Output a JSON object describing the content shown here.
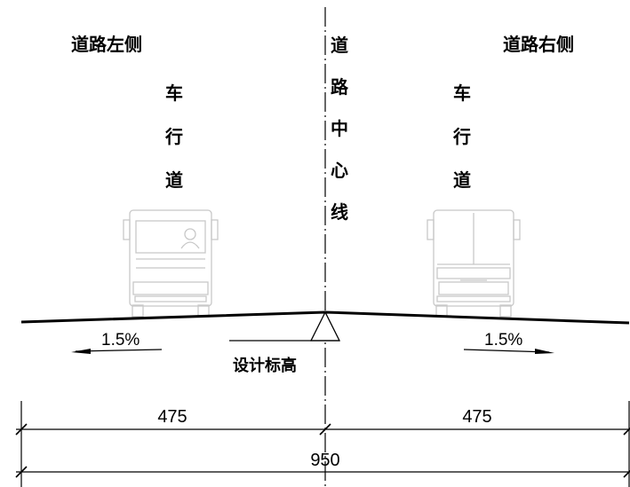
{
  "labels": {
    "left_side": "道路左侧",
    "right_side": "道路右侧",
    "left_lane": [
      "车",
      "行",
      "道"
    ],
    "right_lane": [
      "车",
      "行",
      "道"
    ],
    "centerline": [
      "道",
      "路",
      "中",
      "心",
      "线"
    ],
    "design_elevation": "设计标高"
  },
  "slopes": {
    "left": "1.5%",
    "right": "1.5%"
  },
  "dimensions": {
    "left_width": "475",
    "right_width": "475",
    "total_width": "950"
  },
  "colors": {
    "line": "#000000",
    "vehicle": "#c8c8c8"
  },
  "icons": [
    "bus-rear-icon",
    "bus-front-icon",
    "elevation-triangle-icon"
  ]
}
